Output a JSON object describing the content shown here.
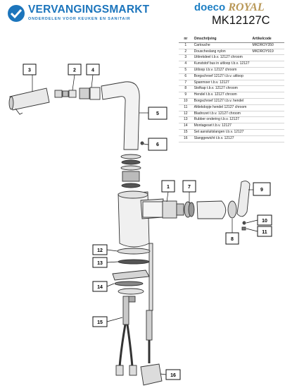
{
  "header": {
    "brand_name": "VERVANGINGSMARKT",
    "brand_tagline": "ONDERDELEN VOOR KEUKEN EN SANITAIR",
    "right_brand_1": "doeco",
    "right_brand_2": "ROYAL",
    "model": "MK12127C"
  },
  "colors": {
    "brand_blue": "#1c75bc",
    "royal_gold": "#b99857"
  },
  "table": {
    "headers": {
      "nr": "nr",
      "desc": "Omschrijving",
      "code": "Artikelcode"
    },
    "rows": [
      {
        "nr": "1",
        "desc": "Cartouche",
        "code": "MKDROY350"
      },
      {
        "nr": "2",
        "desc": "Douscheslang nylon",
        "code": "MKDROY919"
      },
      {
        "nr": "3",
        "desc": "Uittrekdeel t.b.v. 12127 chroom",
        "code": ""
      },
      {
        "nr": "4",
        "desc": "Kunststof bus in uitloop t.b.v. 12127",
        "code": ""
      },
      {
        "nr": "5",
        "desc": "Uitloop t.b.v. 12127 chroom",
        "code": ""
      },
      {
        "nr": "6",
        "desc": "Borgschroef 12127 t.b.v. uitloop",
        "code": ""
      },
      {
        "nr": "7",
        "desc": "Spanmoer t.b.v. 12127",
        "code": ""
      },
      {
        "nr": "8",
        "desc": "Stofkap t.b.v. 12127 chroom",
        "code": ""
      },
      {
        "nr": "9",
        "desc": "Hendel t.b.v. 12127 chroom",
        "code": ""
      },
      {
        "nr": "10",
        "desc": "Borgschroef 12127 t.b.v. hendel",
        "code": ""
      },
      {
        "nr": "11",
        "desc": "Afdekdopje hendel 12127 chroom",
        "code": ""
      },
      {
        "nr": "12",
        "desc": "Bladrozet t.b.v. 12127 chroom",
        "code": ""
      },
      {
        "nr": "13",
        "desc": "Rubber ondering t.b.v. 12127",
        "code": ""
      },
      {
        "nr": "14",
        "desc": "Montageset t.b.v. 12127",
        "code": ""
      },
      {
        "nr": "15",
        "desc": "Set aansluitslangen t.b.v. 12127",
        "code": ""
      },
      {
        "nr": "16",
        "desc": "Slanggewicht t.b.v. 12127",
        "code": ""
      }
    ]
  },
  "callouts": [
    "1",
    "2",
    "3",
    "4",
    "5",
    "6",
    "7",
    "8",
    "9",
    "10",
    "11",
    "12",
    "13",
    "14",
    "15",
    "16"
  ]
}
